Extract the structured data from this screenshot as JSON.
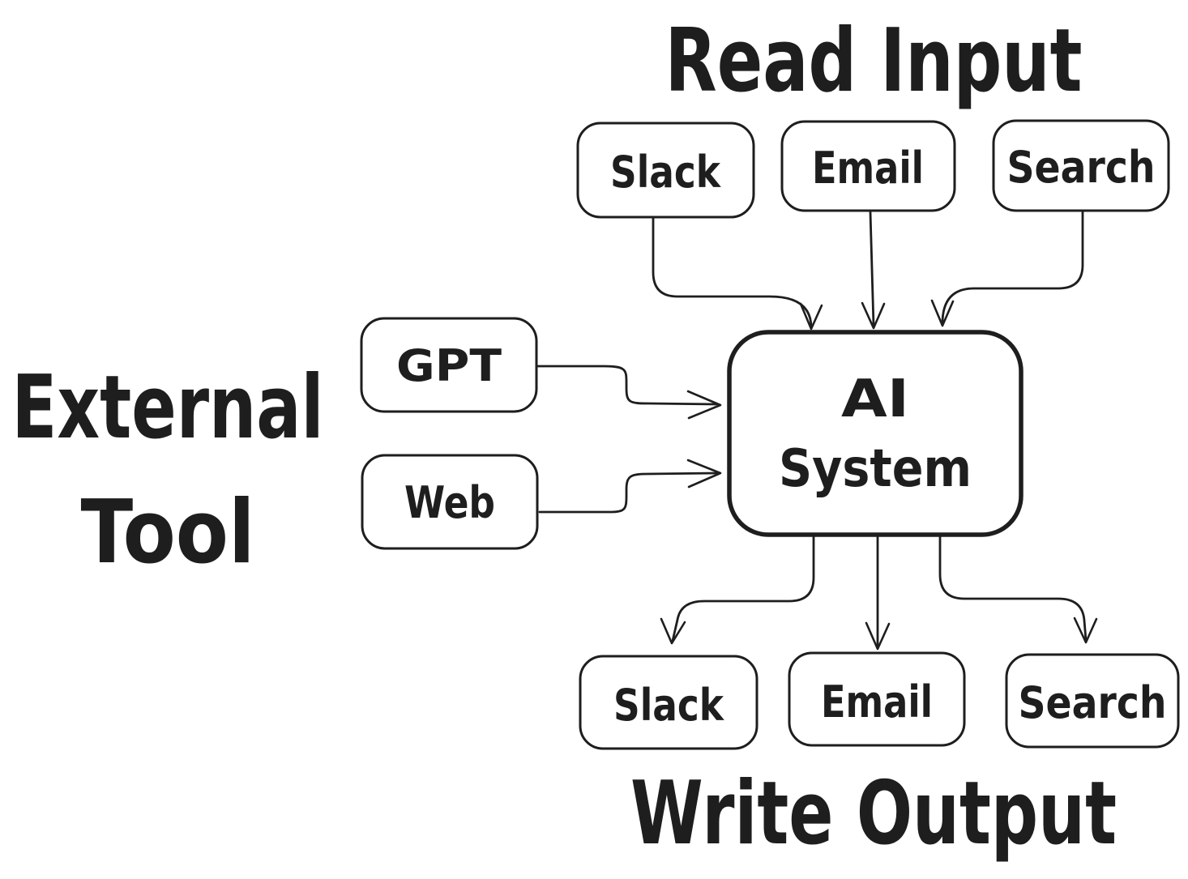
{
  "diagram": {
    "background_color": "#ffffff",
    "stroke_color": "#1e1e1e",
    "section_labels": {
      "read_input": "Read Input",
      "write_output": "Write Output",
      "external_tool_line1": "External",
      "external_tool_line2": "Tool"
    },
    "nodes": {
      "input_slack": {
        "label": "Slack"
      },
      "input_email": {
        "label": "Email"
      },
      "input_search": {
        "label": "Search"
      },
      "tool_gpt": {
        "label": "GPT"
      },
      "tool_web": {
        "label": "Web"
      },
      "ai_system": {
        "label_line1": "AI",
        "label_line2": "System"
      },
      "output_slack": {
        "label": "Slack"
      },
      "output_email": {
        "label": "Email"
      },
      "output_search": {
        "label": "Search"
      }
    },
    "edges": [
      {
        "from": "input_slack",
        "to": "ai_system"
      },
      {
        "from": "input_email",
        "to": "ai_system"
      },
      {
        "from": "input_search",
        "to": "ai_system"
      },
      {
        "from": "tool_gpt",
        "to": "ai_system"
      },
      {
        "from": "tool_web",
        "to": "ai_system"
      },
      {
        "from": "ai_system",
        "to": "output_slack"
      },
      {
        "from": "ai_system",
        "to": "output_email"
      },
      {
        "from": "ai_system",
        "to": "output_search"
      }
    ]
  }
}
